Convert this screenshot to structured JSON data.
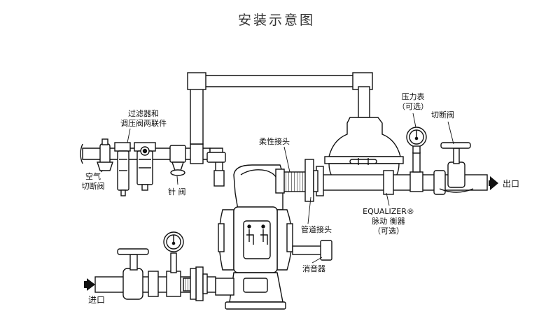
{
  "title": "安装示意图",
  "labels": {
    "filter_regulator_line1": "过滤器和",
    "filter_regulator_line2": "调压阀两联件",
    "air_valve_line1": "空气",
    "air_valve_line2": "切断阀",
    "needle_valve": "针  阀",
    "flex_joint": "柔性接头",
    "pressure_gauge_line1": "压力表",
    "pressure_gauge_line2": "（可选）",
    "shutoff_valve_out": "切断阀",
    "outlet": "出口",
    "equalizer_line1": "EQUALIZER®",
    "equalizer_line2": "脉动   衡器",
    "equalizer_line3": "（可选）",
    "pipe_joint": "管道接头",
    "muffler": "消音器",
    "inlet": "进口"
  }
}
